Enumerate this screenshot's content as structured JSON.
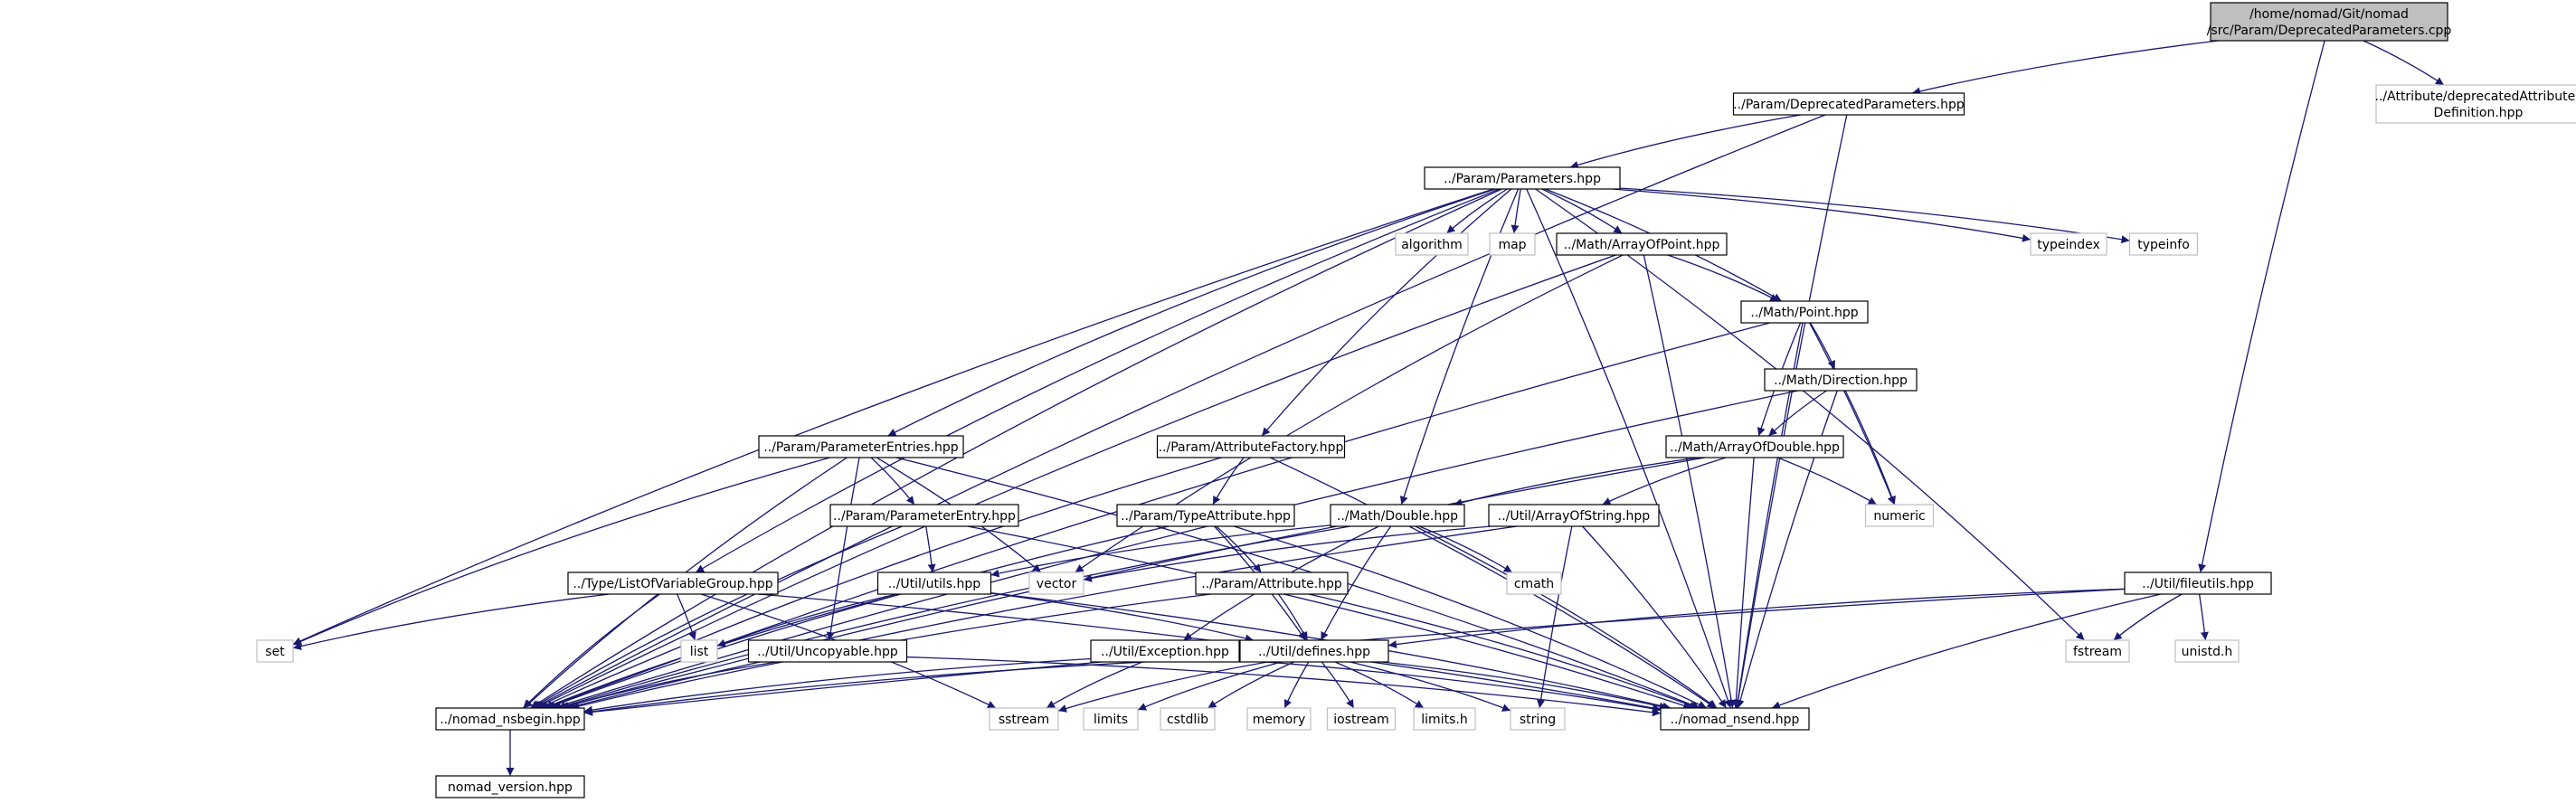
{
  "graph": {
    "colors": {
      "edge": "#191970",
      "node_border": "#000000",
      "grey_border": "#bfbfbf",
      "root_fill": "#bfbfbf",
      "text": "#000000"
    },
    "nodes": [
      {
        "id": "root",
        "lines": [
          "/home/nomad/Git/nomad",
          "/src/Param/DeprecatedParameters.cpp"
        ],
        "style": "root"
      },
      {
        "id": "deprecated_hpp",
        "lines": [
          "../Param/DeprecatedParameters.hpp"
        ],
        "style": "normal"
      },
      {
        "id": "attr_def",
        "lines": [
          "../Attribute/deprecatedAttributes",
          "Definition.hpp"
        ],
        "style": "grey"
      },
      {
        "id": "parameters_hpp",
        "lines": [
          "../Param/Parameters.hpp"
        ],
        "style": "normal"
      },
      {
        "id": "algorithm",
        "lines": [
          "algorithm"
        ],
        "style": "grey"
      },
      {
        "id": "map",
        "lines": [
          "map"
        ],
        "style": "grey"
      },
      {
        "id": "arrayofpoint",
        "lines": [
          "../Math/ArrayOfPoint.hpp"
        ],
        "style": "normal"
      },
      {
        "id": "typeindex",
        "lines": [
          "typeindex"
        ],
        "style": "grey"
      },
      {
        "id": "typeinfo",
        "lines": [
          "typeinfo"
        ],
        "style": "grey"
      },
      {
        "id": "point",
        "lines": [
          "../Math/Point.hpp"
        ],
        "style": "normal"
      },
      {
        "id": "direction",
        "lines": [
          "../Math/Direction.hpp"
        ],
        "style": "normal"
      },
      {
        "id": "paramentries",
        "lines": [
          "../Param/ParameterEntries.hpp"
        ],
        "style": "normal"
      },
      {
        "id": "attrfactory",
        "lines": [
          "../Param/AttributeFactory.hpp"
        ],
        "style": "normal"
      },
      {
        "id": "arrayofdouble",
        "lines": [
          "../Math/ArrayOfDouble.hpp"
        ],
        "style": "normal"
      },
      {
        "id": "numeric",
        "lines": [
          "numeric"
        ],
        "style": "grey"
      },
      {
        "id": "paramentry",
        "lines": [
          "../Param/ParameterEntry.hpp"
        ],
        "style": "normal"
      },
      {
        "id": "typeattribute",
        "lines": [
          "../Param/TypeAttribute.hpp"
        ],
        "style": "normal"
      },
      {
        "id": "double",
        "lines": [
          "../Math/Double.hpp"
        ],
        "style": "normal"
      },
      {
        "id": "arrayofstring",
        "lines": [
          "../Util/ArrayOfString.hpp"
        ],
        "style": "normal"
      },
      {
        "id": "vector",
        "lines": [
          "vector"
        ],
        "style": "grey"
      },
      {
        "id": "cmath",
        "lines": [
          "cmath"
        ],
        "style": "grey"
      },
      {
        "id": "utils",
        "lines": [
          "../Util/utils.hpp"
        ],
        "style": "normal"
      },
      {
        "id": "attribute",
        "lines": [
          "../Param/Attribute.hpp"
        ],
        "style": "normal"
      },
      {
        "id": "listofvargroup",
        "lines": [
          "../Type/ListOfVariableGroup.hpp"
        ],
        "style": "normal"
      },
      {
        "id": "fileutils",
        "lines": [
          "../Util/fileutils.hpp"
        ],
        "style": "normal"
      },
      {
        "id": "set",
        "lines": [
          "set"
        ],
        "style": "grey"
      },
      {
        "id": "list",
        "lines": [
          "list"
        ],
        "style": "grey"
      },
      {
        "id": "uncopyable",
        "lines": [
          "../Util/Uncopyable.hpp"
        ],
        "style": "normal"
      },
      {
        "id": "exception",
        "lines": [
          "../Util/Exception.hpp"
        ],
        "style": "normal"
      },
      {
        "id": "defines",
        "lines": [
          "../Util/defines.hpp"
        ],
        "style": "normal"
      },
      {
        "id": "fstream",
        "lines": [
          "fstream"
        ],
        "style": "grey"
      },
      {
        "id": "unistd",
        "lines": [
          "unistd.h"
        ],
        "style": "grey"
      },
      {
        "id": "nsbegin",
        "lines": [
          "../nomad_nsbegin.hpp"
        ],
        "style": "normal"
      },
      {
        "id": "sstream",
        "lines": [
          "sstream"
        ],
        "style": "grey"
      },
      {
        "id": "limits",
        "lines": [
          "limits"
        ],
        "style": "grey"
      },
      {
        "id": "cstdlib",
        "lines": [
          "cstdlib"
        ],
        "style": "grey"
      },
      {
        "id": "memory",
        "lines": [
          "memory"
        ],
        "style": "grey"
      },
      {
        "id": "iostream",
        "lines": [
          "iostream"
        ],
        "style": "grey"
      },
      {
        "id": "limits_h",
        "lines": [
          "limits.h"
        ],
        "style": "grey"
      },
      {
        "id": "string",
        "lines": [
          "string"
        ],
        "style": "grey"
      },
      {
        "id": "nsend",
        "lines": [
          "../nomad_nsend.hpp"
        ],
        "style": "normal"
      },
      {
        "id": "version",
        "lines": [
          "nomad_version.hpp"
        ],
        "style": "normal"
      }
    ],
    "edges": [
      [
        "root",
        "deprecated_hpp"
      ],
      [
        "root",
        "attr_def"
      ],
      [
        "root",
        "fileutils"
      ],
      [
        "deprecated_hpp",
        "parameters_hpp"
      ],
      [
        "deprecated_hpp",
        "nsbegin"
      ],
      [
        "deprecated_hpp",
        "nsend"
      ],
      [
        "parameters_hpp",
        "algorithm"
      ],
      [
        "parameters_hpp",
        "map"
      ],
      [
        "parameters_hpp",
        "arrayofpoint"
      ],
      [
        "parameters_hpp",
        "typeindex"
      ],
      [
        "parameters_hpp",
        "typeinfo"
      ],
      [
        "parameters_hpp",
        "point"
      ],
      [
        "parameters_hpp",
        "paramentries"
      ],
      [
        "parameters_hpp",
        "attrfactory"
      ],
      [
        "parameters_hpp",
        "double"
      ],
      [
        "parameters_hpp",
        "listofvargroup"
      ],
      [
        "parameters_hpp",
        "set"
      ],
      [
        "parameters_hpp",
        "nsbegin"
      ],
      [
        "parameters_hpp",
        "fstream"
      ],
      [
        "parameters_hpp",
        "nsend"
      ],
      [
        "arrayofpoint",
        "point"
      ],
      [
        "arrayofpoint",
        "vector"
      ],
      [
        "arrayofpoint",
        "nsbegin"
      ],
      [
        "arrayofpoint",
        "nsend"
      ],
      [
        "point",
        "direction"
      ],
      [
        "point",
        "arrayofdouble"
      ],
      [
        "point",
        "numeric"
      ],
      [
        "point",
        "nsbegin"
      ],
      [
        "point",
        "nsend"
      ],
      [
        "direction",
        "arrayofdouble"
      ],
      [
        "direction",
        "numeric"
      ],
      [
        "direction",
        "nsbegin"
      ],
      [
        "direction",
        "nsend"
      ],
      [
        "paramentries",
        "paramentry"
      ],
      [
        "paramentries",
        "vector"
      ],
      [
        "paramentries",
        "uncopyable"
      ],
      [
        "paramentries",
        "set"
      ],
      [
        "paramentries",
        "nsbegin"
      ],
      [
        "paramentries",
        "nsend"
      ],
      [
        "attrfactory",
        "typeattribute"
      ],
      [
        "attrfactory",
        "nsbegin"
      ],
      [
        "attrfactory",
        "nsend"
      ],
      [
        "arrayofdouble",
        "double"
      ],
      [
        "arrayofdouble",
        "arrayofstring"
      ],
      [
        "arrayofdouble",
        "numeric"
      ],
      [
        "arrayofdouble",
        "nsbegin"
      ],
      [
        "arrayofdouble",
        "nsend"
      ],
      [
        "paramentry",
        "utils"
      ],
      [
        "paramentry",
        "nsbegin"
      ],
      [
        "paramentry",
        "nsend"
      ],
      [
        "typeattribute",
        "attribute"
      ],
      [
        "typeattribute",
        "defines"
      ],
      [
        "typeattribute",
        "nsbegin"
      ],
      [
        "typeattribute",
        "nsend"
      ],
      [
        "double",
        "utils"
      ],
      [
        "double",
        "exception"
      ],
      [
        "double",
        "defines"
      ],
      [
        "double",
        "cmath"
      ],
      [
        "double",
        "nsbegin"
      ],
      [
        "double",
        "nsend"
      ],
      [
        "arrayofstring",
        "vector"
      ],
      [
        "arrayofstring",
        "string"
      ],
      [
        "arrayofstring",
        "nsbegin"
      ],
      [
        "arrayofstring",
        "nsend"
      ],
      [
        "utils",
        "defines"
      ],
      [
        "utils",
        "list"
      ],
      [
        "utils",
        "nsbegin"
      ],
      [
        "utils",
        "nsend"
      ],
      [
        "attribute",
        "defines"
      ],
      [
        "attribute",
        "nsbegin"
      ],
      [
        "attribute",
        "nsend"
      ],
      [
        "listofvargroup",
        "set"
      ],
      [
        "listofvargroup",
        "list"
      ],
      [
        "listofvargroup",
        "sstream"
      ],
      [
        "listofvargroup",
        "nsbegin"
      ],
      [
        "listofvargroup",
        "nsend"
      ],
      [
        "fileutils",
        "defines"
      ],
      [
        "fileutils",
        "fstream"
      ],
      [
        "fileutils",
        "unistd"
      ],
      [
        "fileutils",
        "nsbegin"
      ],
      [
        "fileutils",
        "nsend"
      ],
      [
        "uncopyable",
        "nsbegin"
      ],
      [
        "uncopyable",
        "nsend"
      ],
      [
        "exception",
        "sstream"
      ],
      [
        "exception",
        "nsbegin"
      ],
      [
        "exception",
        "nsend"
      ],
      [
        "defines",
        "sstream"
      ],
      [
        "defines",
        "limits"
      ],
      [
        "defines",
        "cstdlib"
      ],
      [
        "defines",
        "memory"
      ],
      [
        "defines",
        "iostream"
      ],
      [
        "defines",
        "limits_h"
      ],
      [
        "defines",
        "string"
      ],
      [
        "defines",
        "nsbegin"
      ],
      [
        "defines",
        "nsend"
      ],
      [
        "nsbegin",
        "version"
      ]
    ]
  }
}
